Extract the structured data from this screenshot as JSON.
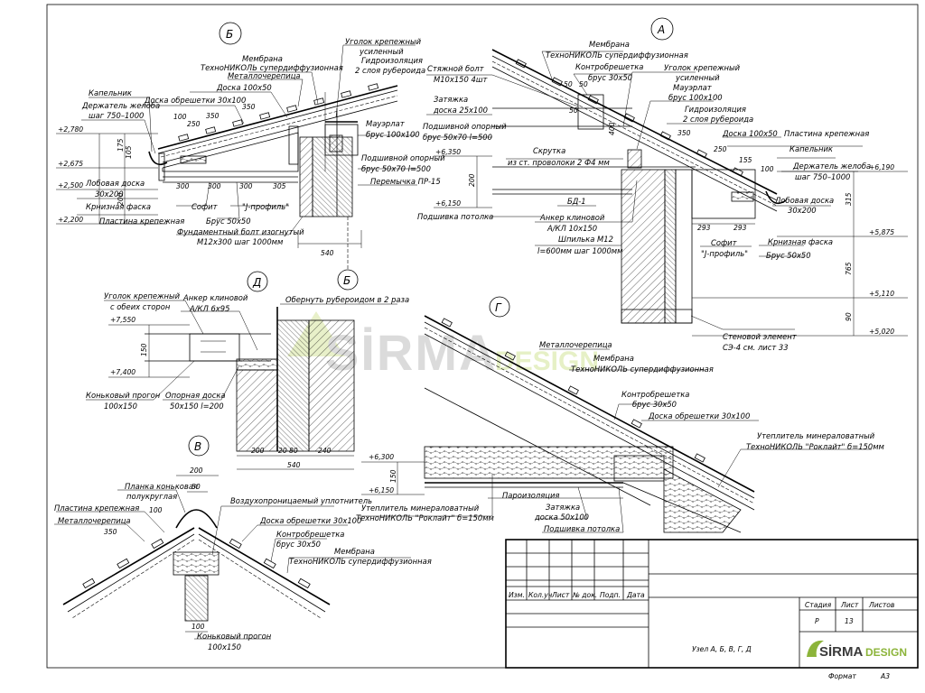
{
  "nodes": {
    "A": "А",
    "B": "Б",
    "V": "В",
    "G": "Г",
    "D": "Д",
    "B2": "Б"
  },
  "watermark": {
    "main": "SİRMA",
    "accent": "DESIGN"
  },
  "nodeB": {
    "membrane_1": "Мембрана",
    "membrane_2": "ТехноНИКОЛЬ супердиффузионная",
    "metal": "Металлочерепица",
    "board100": "Доска 100х50",
    "batten": "Доска обрешетки 30х100",
    "corner_1": "Уголок крепежный",
    "corner_2": "усиленный",
    "hydro_1": "Гидроизоляция",
    "hydro_2": "2 слоя рубероида",
    "mauer_1": "Мауэрлат",
    "mauer_2": "брус 100х100",
    "drip": "Капельник",
    "gutter_1": "Держатель желоба",
    "gutter_2": "шаг 750–1000",
    "support_1": "Подшивной опорный",
    "support_2": "брус 50х70 l=500",
    "lintel": "Перемычка ПР-15",
    "front_1": "Лобовая доска",
    "front_2": "30х200",
    "cornice": "Крнизная фаска",
    "plate": "Пластина крепежная",
    "soffit": "Софит",
    "jprof": "\"J-профиль\"",
    "bar50": "Брус 50х50",
    "bolt_1": "Фундаментный болт изогнутый",
    "bolt_2": "М12х300 шаг 1000мм",
    "lv1": "+2,780",
    "lv2": "+2,675",
    "lv3": "+2,500",
    "lv4": "+2,200",
    "d100": "100",
    "d250": "250",
    "d350": "350",
    "d350b": "350",
    "d300a": "300",
    "d300b": "300",
    "d300c": "300",
    "d305": "305",
    "d540": "540",
    "v175": "175",
    "v105": "105",
    "v200": "200",
    "v300": "300"
  },
  "nodeA": {
    "membrane_1": "Мембрана",
    "membrane_2": "ТехноНИКОЛЬ супердиффузионная",
    "counter_1": "Контробрешетка",
    "counter_2": "брус 30х50",
    "bolt_1": "Стяжной болт",
    "bolt_2": "М10х150 4шт",
    "tie_1": "Затяжка",
    "tie_2": "доска 25х100",
    "sup_1": "Подшивной опорный",
    "sup_2": "брус 50х70 l=500",
    "corner_1": "Уголок крепежный",
    "corner_2": "усиленный",
    "mauer_1": "Мауэрлат",
    "mauer_2": "брус 100х100",
    "hydro_1": "Гидроизоляция",
    "hydro_2": "2 слоя рубероида",
    "board100": "Доска 100х50",
    "plate": "Пластина крепежная",
    "drip": "Капельник",
    "gutter_1": "Держатель желоба",
    "gutter_2": "шаг 750–1000",
    "front_1": "Лобовая доска",
    "front_2": "30х200",
    "twist_1": "Скрутка",
    "twist_2": "из ст. проволоки 2 Ф4 мм",
    "bd": "БД-1",
    "anchor_1": "Анкер клиновой",
    "anchor_2": "А/КЛ 10х150",
    "stud_1": "Шпилька М12",
    "stud_2": "l=600мм шаг 1000мм",
    "ceiling": "Подшивка потолка",
    "soffit": "Софит",
    "jprof": "\"J-профиль\"",
    "cornice": "Крнизная фаска",
    "bar50": "Брус 50х50",
    "wall_1": "Стеновой элемент",
    "wall_2": "СЭ-4 см. лист 33",
    "lv1": "+6,350",
    "lv2": "+6,150",
    "lv3": "+6,190",
    "lv4": "+5,875",
    "lv5": "+5,110",
    "lv6": "+5,020",
    "d50a": "50",
    "d50b": "50",
    "d50c": "50",
    "d350": "350",
    "d250": "250",
    "d155": "155",
    "d100": "100",
    "d293a": "293",
    "d293b": "293",
    "v200": "200",
    "v315": "315",
    "v765": "765",
    "v90": "90",
    "v400": "400"
  },
  "nodeD": {
    "corner_1": "Уголок крепежный",
    "corner_2": "с обеих сторон",
    "anchor_1": "Анкер клиновой",
    "anchor_2": "А/КЛ 6х95",
    "wrap": "Обернуть рубероидом в 2 раза",
    "ridge_1": "Коньковый прогон",
    "ridge_2": "100х150",
    "board_1": "Опорная доска",
    "board_2": "50х150 l=200",
    "lv1": "+7,550",
    "lv2": "+7,400",
    "d150": "150",
    "d200": "200",
    "d20": "20",
    "d80": "80",
    "d240": "240",
    "d540": "540"
  },
  "nodeG": {
    "metal": "Металлочерепица",
    "membrane_1": "Мембрана",
    "membrane_2": "ТехноНИКОЛЬ супердиффузионная",
    "counter_1": "Контробрешетка",
    "counter_2": "брус 30х50",
    "batten": "Доска обрешетки 30х100",
    "ins_1": "Утеплитель минераловатный",
    "ins_2": "ТехноНИКОЛЬ \"Роклайт\" б=150мм",
    "vapor": "Пароизоляция",
    "tie_1": "Затяжка",
    "tie_2": "доска 50х100",
    "ceiling": "Подшивка потолка",
    "lv1": "+6,300",
    "lv2": "+6,150",
    "v150": "150"
  },
  "nodeV": {
    "ridge_1": "Планка коньковая",
    "ridge_2": "полукруглая",
    "plate": "Пластина крепежная",
    "metal": "Металлочерепица",
    "seal": "Воздухопроницаемый уплотнитель",
    "batten": "Доска обрешетки 30х100",
    "counter_1": "Контробрешетка",
    "counter_2": "брус 30х50",
    "membrane_1": "Мембрана",
    "membrane_2": "ТехноНИКОЛЬ супердиффузионная",
    "purlin_1": "Коньковый прогон",
    "purlin_2": "100х150",
    "d200": "200",
    "d50": "50",
    "d100": "100",
    "d350": "350",
    "d100b": "100"
  },
  "titleblock": {
    "cols": [
      "Изм.",
      "Кол.уч",
      "Лист",
      "№ док.",
      "Подп.",
      "Дата"
    ],
    "stage_h": "Стадия",
    "sheet_h": "Лист",
    "sheets_h": "Листов",
    "stage": "Р",
    "sheet": "13",
    "sheets": "",
    "caption": "Узел А, Б, В, Г, Д",
    "format_label": "Формат",
    "format": "А3",
    "logo_main": "SİRMA",
    "logo_accent": "DESIGN"
  }
}
